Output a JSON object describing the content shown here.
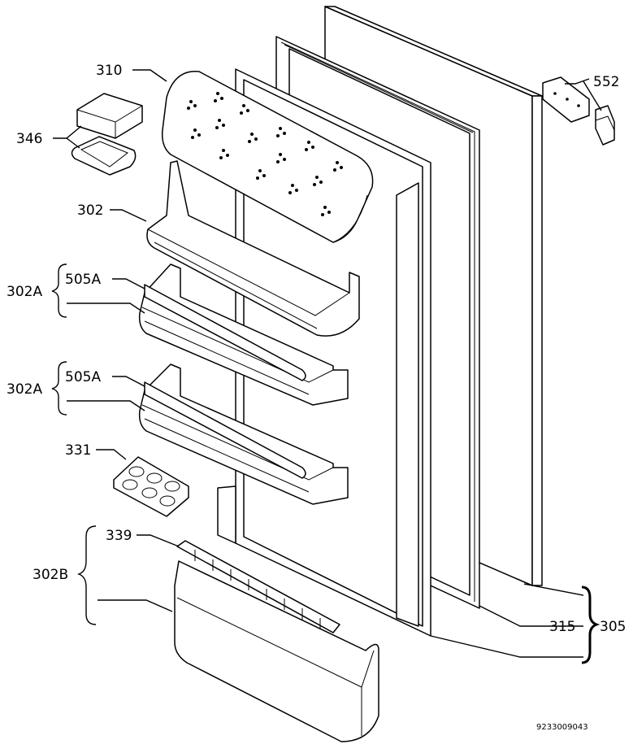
{
  "labels": {
    "l310": "310",
    "l346": "346",
    "l302": "302",
    "l302a_1": "302A",
    "l505a_1": "505A",
    "l302a_2": "302A",
    "l505a_2": "505A",
    "l331": "331",
    "l339": "339",
    "l302b": "302B",
    "l552": "552",
    "l315": "315",
    "l305": "305"
  },
  "drawing_number": "9233009043"
}
